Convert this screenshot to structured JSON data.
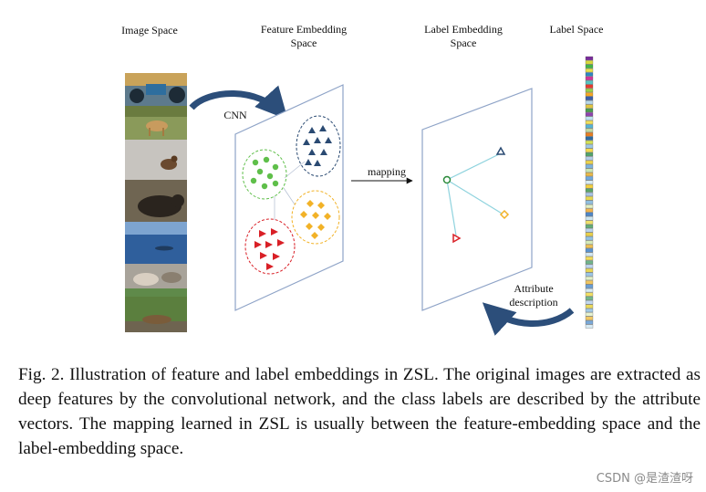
{
  "headers": {
    "image_space": "Image Space",
    "feature_space": [
      "Feature Embedding",
      "Space"
    ],
    "label_embedding_space": [
      "Label Embedding",
      "Space"
    ],
    "label_space": "Label Space"
  },
  "arrows": {
    "cnn": "CNN",
    "mapping": "mapping",
    "attribute": [
      "Attribute",
      "description"
    ]
  },
  "caption": "Fig. 2.   Illustration of feature and label embeddings in ZSL. The original images are extracted as deep features by the convolutional network, and the class labels are described by the attribute vectors. The mapping learned in ZSL is usually between the feature-embedding space and the label-embedding space.",
  "watermark": "CSDN @是渣渣呀",
  "colors": {
    "cluster_blue": "#2a4a72",
    "cluster_green": "#5fbf4a",
    "cluster_orange": "#f2b227",
    "cluster_red": "#d91f26",
    "plane_edge": "#8ea3c7",
    "arrow_dark": "#2c4e7a",
    "link_teal": "#8fd3de"
  },
  "label_strip_colors": [
    "#7a2b9b",
    "#d7d73a",
    "#41b548",
    "#e8e04a",
    "#2e86c1",
    "#d0359a",
    "#57c3c0",
    "#e53a2f",
    "#9ad04a",
    "#f5a623",
    "#3b5ea8",
    "#b6d7ea",
    "#e0c540",
    "#4a9e4f",
    "#8e44ad",
    "#bfe3f0",
    "#f1e05a",
    "#56b4d3",
    "#c2d9a0",
    "#e67e22",
    "#2d6a9f",
    "#d4e157",
    "#9cc7e3",
    "#f2d94e",
    "#52a36b",
    "#b3cde6",
    "#ecd34c",
    "#7cb3dd",
    "#c9e6b2",
    "#e9b949",
    "#6fa8dc",
    "#d8ecf4",
    "#f4d03f",
    "#5aa469",
    "#a8c5e6",
    "#e5d752",
    "#8fbfe0",
    "#dff0c6",
    "#f0b44c",
    "#4f87c7",
    "#cde6f0",
    "#efe06a",
    "#63ad78",
    "#b9d3ec",
    "#e7cf4b",
    "#92c2e3",
    "#d6ebb8",
    "#eec155",
    "#5b93cf",
    "#d2e8f2",
    "#f2dc5c",
    "#6fb38a",
    "#bcd5ee",
    "#e8d657",
    "#9bc6e6",
    "#e1f0c8",
    "#efc55f",
    "#6a9ed4",
    "#d5eaf3",
    "#f1df63",
    "#73b78d",
    "#c0d7ef",
    "#ead95b",
    "#a1c9e6",
    "#e6f2cf",
    "#f0c864",
    "#7aa8d8",
    "#d7ebf4"
  ]
}
